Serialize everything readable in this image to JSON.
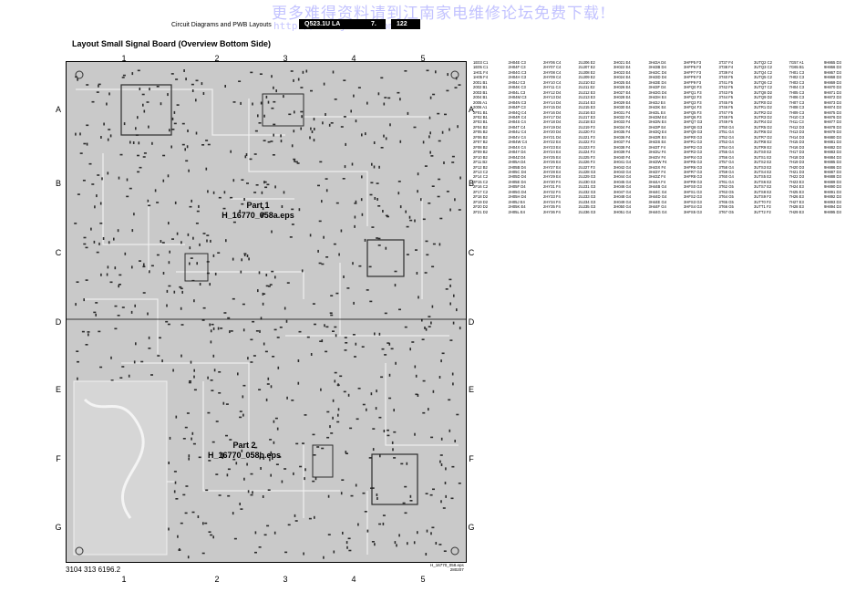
{
  "watermark": {
    "text": "更多难得资料请到江南家电维修论坛免费下载!",
    "url": "http://bbs.jndmw.com"
  },
  "header": {
    "section": "Circuit Diagrams and PWB Layouts",
    "model": "Q523.1U LA",
    "chapter": "7.",
    "page": "122"
  },
  "title": "Layout Small Signal Board (Overview Bottom Side)",
  "grid": {
    "columns": [
      "1",
      "2",
      "3",
      "4",
      "5"
    ],
    "rows": [
      "A",
      "B",
      "C",
      "D",
      "E",
      "F",
      "G"
    ]
  },
  "parts": [
    {
      "name": "Part 1",
      "ref": "H_16770_058a.eps"
    },
    {
      "name": "Part 2",
      "ref": "H_16770_058b.eps"
    }
  ],
  "doc_number": "3104 313 6196.2",
  "file_ref": "H_16770_058.eps",
  "file_date": "280207",
  "colors": {
    "board": "#c9c9c9",
    "trace": "#ededed",
    "component": "#2b2b2b",
    "watermark": "#b8b8ff",
    "header_box": "#000000"
  },
  "reference_table": [
    [
      "1E03 C1",
      "1E05 C1",
      "1H01 F4",
      "1H05 F4",
      "2001 B1",
      "2002 B1",
      "2003 B1",
      "2004 B1",
      "2005 A1",
      "2006 A1",
      "2F01 B1",
      "2F02 B1",
      "2F03 B1",
      "2F04 B2",
      "2F05 B2",
      "2F06 B2",
      "2F07 B2",
      "2F08 B2",
      "2F09 B2",
      "2F10 B2",
      "2F11 B2",
      "2F12 B2",
      "2F13 C2",
      "2F14 C2",
      "2F15 C2",
      "2F16 C2",
      "2F17 C2",
      "2F18 D2",
      "2F19 D2",
      "2F20 D2",
      "2F21 D2"
    ],
    [
      "2H04E C3",
      "2H04F C3",
      "2H04G C3",
      "2H04H C3",
      "2H04J C3",
      "2H04K C3",
      "2H04L C3",
      "2H04M C3",
      "2H04N C3",
      "2H04P C3",
      "2H04Q C4",
      "2H04R C4",
      "2H04S C4",
      "2H04T C4",
      "2H04U C4",
      "2H04V C4",
      "2H04W C4",
      "2H04X C4",
      "2H04Y D4",
      "2H04Z D4",
      "2H05A D4",
      "2H05B D4",
      "2H05C D4",
      "2H05D D4",
      "2H05E D4",
      "2H05F D4",
      "2H05G D4",
      "2H05H D4",
      "2H05J E4",
      "2H05K E4",
      "2H05L E4"
    ],
    [
      "2HY06 C4",
      "2HY07 C4",
      "2HY08 C4",
      "2HY09 C4",
      "2HY10 C4",
      "2HY11 C4",
      "2HY12 D4",
      "2HY13 D4",
      "2HY14 D4",
      "2HY15 D4",
      "2HY16 D4",
      "2HY17 D4",
      "2HY18 D4",
      "2HY19 D4",
      "2HY20 D4",
      "2HY21 D4",
      "2HY22 E4",
      "2HY23 E4",
      "2HY24 E4",
      "2HY25 E4",
      "2HY26 E4",
      "2HY27 E4",
      "2HY28 E4",
      "2HY29 E4",
      "2HY30 F4",
      "2HY31 F4",
      "2HY32 F4",
      "2HY33 F4",
      "2HY34 F4",
      "2HY35 F4",
      "2HY36 F4"
    ],
    [
      "2UJ06 E2",
      "2UJ07 E2",
      "2UJ08 E2",
      "2UJ09 E2",
      "2UJ10 E2",
      "2UJ11 E2",
      "2UJ12 E3",
      "2UJ13 E3",
      "2UJ14 E3",
      "2UJ15 E3",
      "2UJ16 E3",
      "2UJ17 E3",
      "2UJ18 E3",
      "2UJ19 F3",
      "2UJ20 F3",
      "2UJ21 F3",
      "2UJ22 F3",
      "2UJ23 F3",
      "2UJ24 F3",
      "2UJ25 F3",
      "2UJ26 F3",
      "2UJ27 F3",
      "2UJ28 G3",
      "2UJ29 G3",
      "2UJ30 G3",
      "2UJ31 G3",
      "2UJ32 G3",
      "2UJ33 G3",
      "2UJ34 G3",
      "2UJ35 G3",
      "2UJ36 G3"
    ],
    [
      "3H021 E4",
      "3H022 E4",
      "3H023 E4",
      "3H024 E4",
      "3H025 E4",
      "3H026 E4",
      "3H027 E4",
      "3H028 E4",
      "3H029 E4",
      "3H030 E4",
      "3H031 F4",
      "3H032 F4",
      "3H033 F4",
      "3H034 F4",
      "3H035 F4",
      "3H036 F4",
      "3H037 F4",
      "3H038 F4",
      "3H039 F4",
      "3H040 F4",
      "3H041 G4",
      "3H042 G4",
      "3H043 G4",
      "3H044 G4",
      "3H045 G4",
      "3H046 G4",
      "3H047 G4",
      "3H048 G4",
      "3H049 G4",
      "3H050 G4",
      "3H051 G4"
    ],
    [
      "3H43A D4",
      "3H43B D4",
      "3H43C D4",
      "3H43D D4",
      "3H43E D4",
      "3H43F D4",
      "3H43G D4",
      "3H43H E4",
      "3H43J E4",
      "3H43K E4",
      "3H43L E4",
      "3H43M E4",
      "3H43N E4",
      "3H43P E4",
      "3H43Q E4",
      "3H43R E4",
      "3H43S E4",
      "3H43T F4",
      "3H43U F4",
      "3H43V F4",
      "3H43W F4",
      "3H43X F4",
      "3H43Y F4",
      "3H43Z F4",
      "3H44A F4",
      "3H44B G4",
      "3H44C G4",
      "3H44D G4",
      "3H44E G4",
      "3H44F G4",
      "3H44G G4"
    ],
    [
      "3HFP5 F3",
      "3HFP6 F3",
      "3HFP7 F3",
      "3HFP8 F3",
      "3HFP9 F3",
      "3HFQ0 F3",
      "3HFQ1 F3",
      "3HFQ2 F3",
      "3HFQ3 F3",
      "3HFQ4 F3",
      "3HFQ5 F3",
      "3HFQ6 F3",
      "3HFQ7 G3",
      "3HFQ8 G3",
      "3HFQ9 G3",
      "3HFR0 G3",
      "3HFR1 G3",
      "3HFR2 G3",
      "3HFR3 G3",
      "3HFR4 G3",
      "3HFR5 G3",
      "3HFR6 G3",
      "3HFR7 G3",
      "3HFR8 G3",
      "3HFR9 G3",
      "3HFS0 G3",
      "3HFS1 G3",
      "3HFS2 G3",
      "3HFS3 G3",
      "3HFS4 G3",
      "3HFS5 G3"
    ],
    [
      "3T37 F4",
      "3T38 F4",
      "3T39 F4",
      "3T40 F5",
      "3T41 F5",
      "3T42 F5",
      "3T43 F5",
      "3T44 F5",
      "3T45 F5",
      "3T46 F5",
      "3T47 F5",
      "3T48 F5",
      "3T49 F5",
      "3T50 G4",
      "3T51 G4",
      "3T52 G4",
      "3T53 G4",
      "3T54 G4",
      "3T55 G4",
      "3T56 G4",
      "3T57 G4",
      "3T58 G4",
      "3T59 G4",
      "3T60 G4",
      "3T61 G4",
      "3T62 G5",
      "3T63 G5",
      "3T64 G5",
      "3T65 G5",
      "3T66 G5",
      "3T67 G5"
    ],
    [
      "3UTQ2 C2",
      "3UTQ3 C2",
      "3UTQ4 C2",
      "3UTQ5 C2",
      "3UTQ6 C2",
      "3UTQ7 C2",
      "3UTQ8 D2",
      "3UTQ9 D2",
      "3UTR0 D2",
      "3UTR1 D2",
      "3UTR2 D2",
      "3UTR3 D2",
      "3UTR4 D2",
      "3UTR5 D2",
      "3UTR6 D2",
      "3UTR7 D2",
      "3UTR8 E2",
      "3UTR9 E2",
      "3UTS0 E2",
      "3UTS1 E2",
      "3UTS2 E2",
      "3UTS3 E2",
      "3UTS4 E2",
      "3UTS5 E2",
      "3UTS6 E2",
      "3UTS7 E2",
      "3UTS8 E2",
      "3UTS9 F2",
      "3UTT0 F2",
      "3UTT1 F2",
      "3UTT2 F2"
    ],
    [
      "7G57 A1",
      "7G65 B1",
      "7H01 C3",
      "7H02 C3",
      "7H03 C3",
      "7H04 C3",
      "7H05 C3",
      "7H06 C3",
      "7H07 C3",
      "7H08 C3",
      "7H09 C3",
      "7H10 C3",
      "7H11 C3",
      "7H12 D3",
      "7H13 D3",
      "7H14 D3",
      "7H15 D3",
      "7H16 D3",
      "7H17 D3",
      "7H18 D3",
      "7H19 D3",
      "7H20 D3",
      "7H21 D3",
      "7H22 D3",
      "7H23 E3",
      "7H24 E3",
      "7H25 E3",
      "7H26 E3",
      "7H27 E3",
      "7H28 E3",
      "7H29 E3"
    ],
    [
      "9H865 D3",
      "9H866 D3",
      "9H867 D3",
      "9H868 D3",
      "9H869 D3",
      "9H870 D3",
      "9H871 D3",
      "9H872 D3",
      "9H873 D3",
      "9H874 D3",
      "9H875 D3",
      "9H876 D3",
      "9H877 D3",
      "9H878 D3",
      "9H879 D3",
      "9H880 D3",
      "9H881 D3",
      "9H882 D3",
      "9H883 D3",
      "9H884 D3",
      "9H885 D3",
      "9H886 D3",
      "9H887 D3",
      "9H888 D3",
      "9H889 D3",
      "9H890 D3",
      "9H891 D3",
      "9H892 D3",
      "9H893 D3",
      "9H894 D3",
      "9H895 D3"
    ]
  ]
}
